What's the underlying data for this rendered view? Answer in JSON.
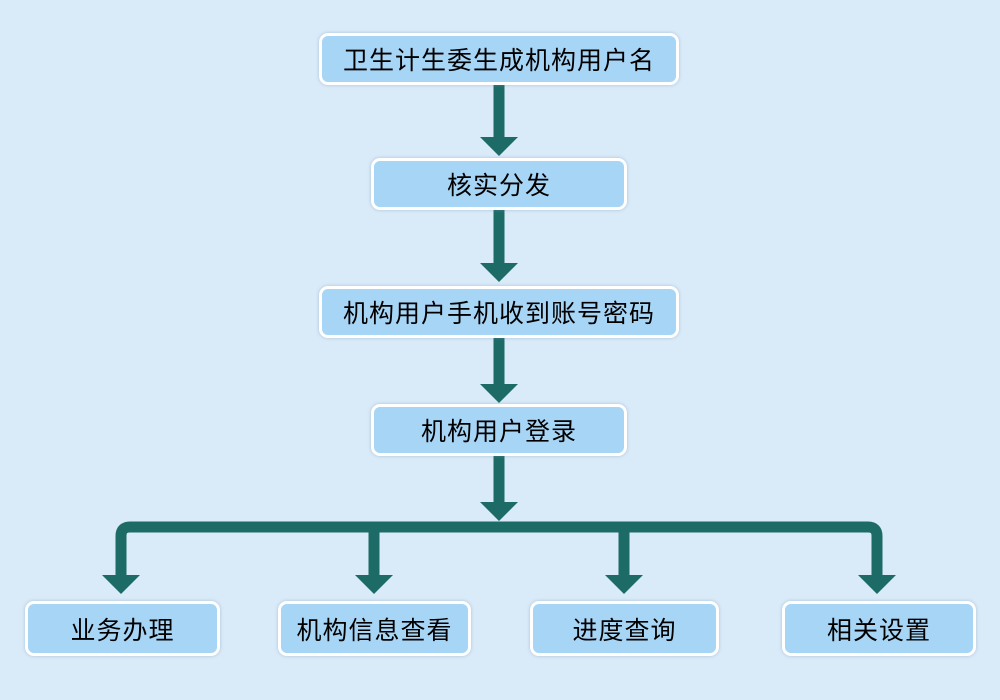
{
  "diagram": {
    "type": "flowchart",
    "colors": {
      "background": "#d9eaf8",
      "node_fill": "#a7d5f6",
      "node_border": "#ffffff",
      "arrow": "#1d6b66",
      "text": "#000000"
    },
    "nodes": [
      {
        "id": "generate-username",
        "label": "卫生计生委生成机构用户名"
      },
      {
        "id": "verify-distribute",
        "label": "核实分发"
      },
      {
        "id": "receive-credentials",
        "label": "机构用户手机收到账号密码"
      },
      {
        "id": "user-login",
        "label": "机构用户登录"
      },
      {
        "id": "business-handling",
        "label": "业务办理"
      },
      {
        "id": "org-info-view",
        "label": "机构信息查看"
      },
      {
        "id": "progress-query",
        "label": "进度查询"
      },
      {
        "id": "settings",
        "label": "相关设置"
      }
    ],
    "edges": [
      {
        "from": "generate-username",
        "to": "verify-distribute"
      },
      {
        "from": "verify-distribute",
        "to": "receive-credentials"
      },
      {
        "from": "receive-credentials",
        "to": "user-login"
      },
      {
        "from": "user-login",
        "to": "business-handling"
      },
      {
        "from": "user-login",
        "to": "org-info-view"
      },
      {
        "from": "user-login",
        "to": "progress-query"
      },
      {
        "from": "user-login",
        "to": "settings"
      }
    ]
  }
}
